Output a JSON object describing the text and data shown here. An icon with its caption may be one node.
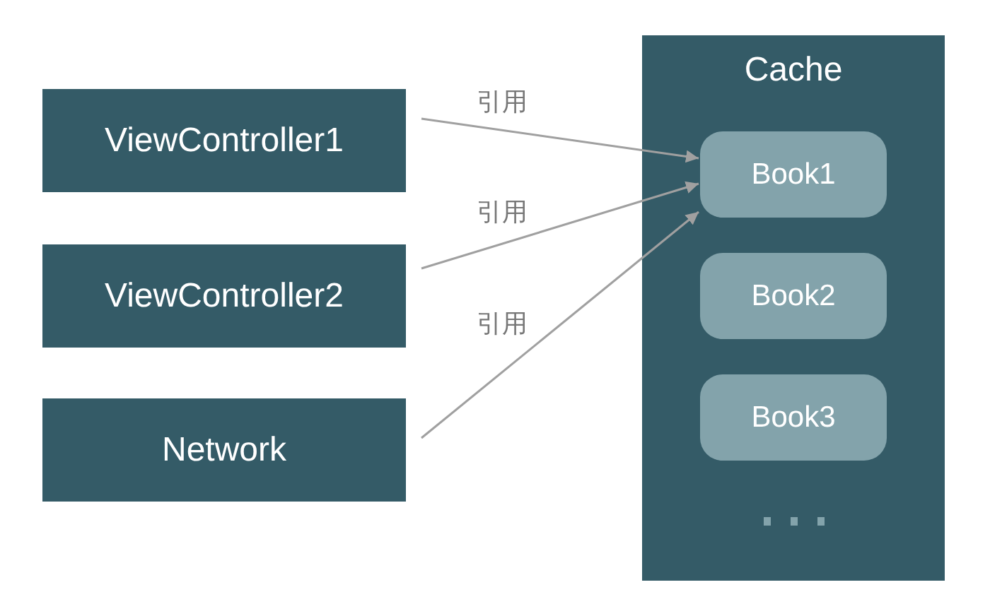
{
  "diagram": {
    "nodes": [
      {
        "text": [
          "ViewController1"
        ]
      },
      {
        "text": [
          "ViewController2"
        ]
      },
      {
        "text": [
          "Network"
        ]
      },
      {
        "text": [
          "Cache"
        ]
      },
      {
        "text": [
          "Book1"
        ],
        "in": 3
      },
      {
        "text": [
          "Book2"
        ],
        "in": 3
      },
      {
        "text": [
          "Book3"
        ],
        "in": 3
      }
    ],
    "edges": [
      {
        "from": 0,
        "to": 4,
        "arrow": "to",
        "label": "引用"
      },
      {
        "from": 1,
        "to": 4,
        "arrow": "to",
        "label": "引用"
      },
      {
        "from": 2,
        "to": 4,
        "arrow": "to",
        "label": "引用"
      }
    ]
  }
}
